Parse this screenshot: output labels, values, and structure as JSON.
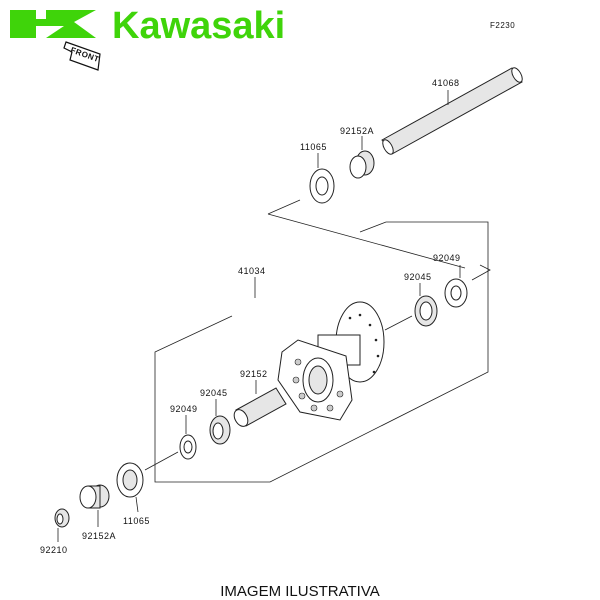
{
  "brand": {
    "name": "Kawasaki",
    "front_label": "FRONT",
    "color": "#3fd40a"
  },
  "diagram_code": "F2230",
  "parts": {
    "axle": "41068",
    "collar_top": "92152A",
    "seal_top": "11065",
    "seal_right": "92049",
    "bearing_right": "92045",
    "hub": "41034",
    "spacer": "92152",
    "bearing_left": "92045",
    "seal_left": "92049",
    "seal_bottom": "11065",
    "collar_bottom": "92152A",
    "nut": "92210"
  },
  "caption": "IMAGEM ILUSTRATIVA"
}
